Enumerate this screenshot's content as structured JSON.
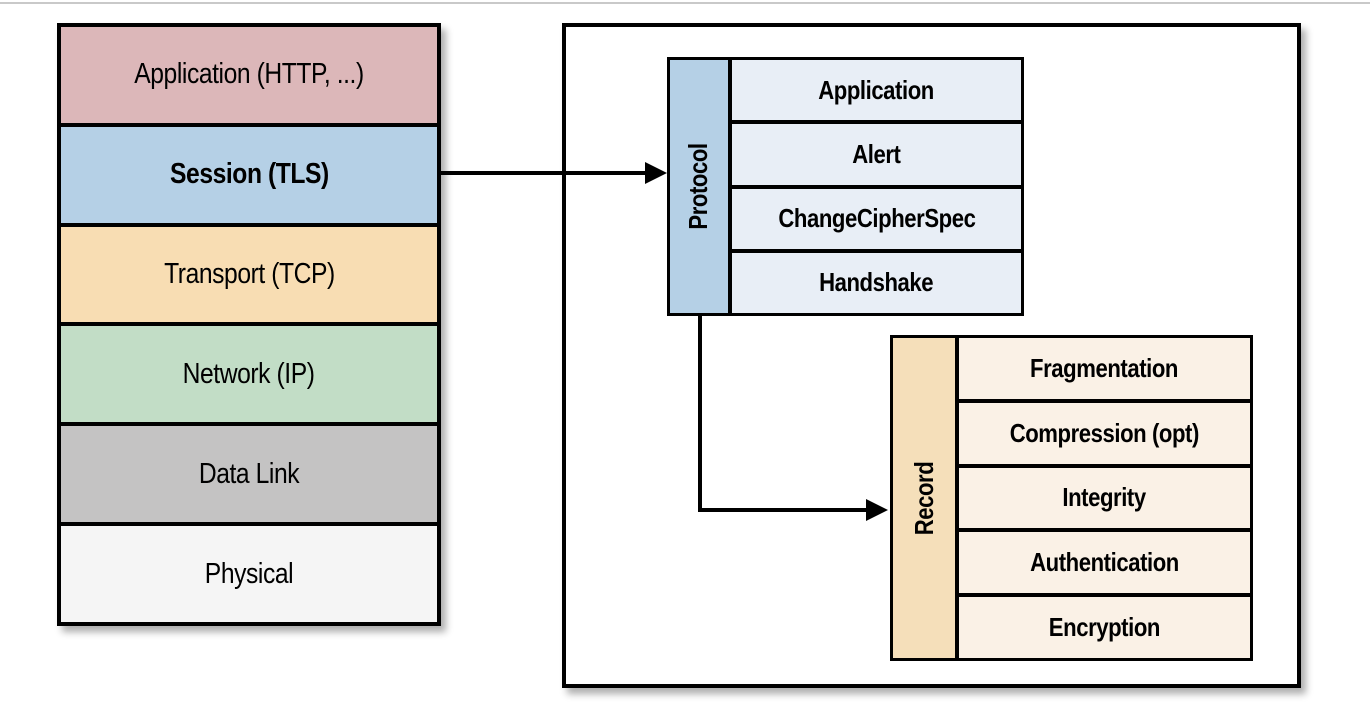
{
  "osi_stack": {
    "layers": [
      {
        "label": "Application (HTTP, ...)",
        "bg": "#dcb7b9",
        "bold": false
      },
      {
        "label": "Session (TLS)",
        "bg": "#b5d0e6",
        "bold": true
      },
      {
        "label": "Transport (TCP)",
        "bg": "#f8ddb3",
        "bold": false
      },
      {
        "label": "Network (IP)",
        "bg": "#c2ddc6",
        "bold": false
      },
      {
        "label": "Data Link",
        "bg": "#c4c3c3",
        "bold": false
      },
      {
        "label": "Physical",
        "bg": "#f5f5f5",
        "bold": false
      }
    ]
  },
  "tls_detail": {
    "protocol_box": {
      "side_label": "Protocol",
      "side_bg": "#b5d0e6",
      "row_bg": "#e8eef6",
      "rows": [
        "Application",
        "Alert",
        "ChangeCipherSpec",
        "Handshake"
      ]
    },
    "record_box": {
      "side_label": "Record",
      "side_bg": "#f5dfba",
      "row_bg": "#faf1e6",
      "rows": [
        "Fragmentation",
        "Compression (opt)",
        "Integrity",
        "Authentication",
        "Encryption"
      ]
    }
  },
  "colors": {
    "border": "#000000",
    "top_divider": "#c9c9c9",
    "page_bg": "#ffffff"
  }
}
